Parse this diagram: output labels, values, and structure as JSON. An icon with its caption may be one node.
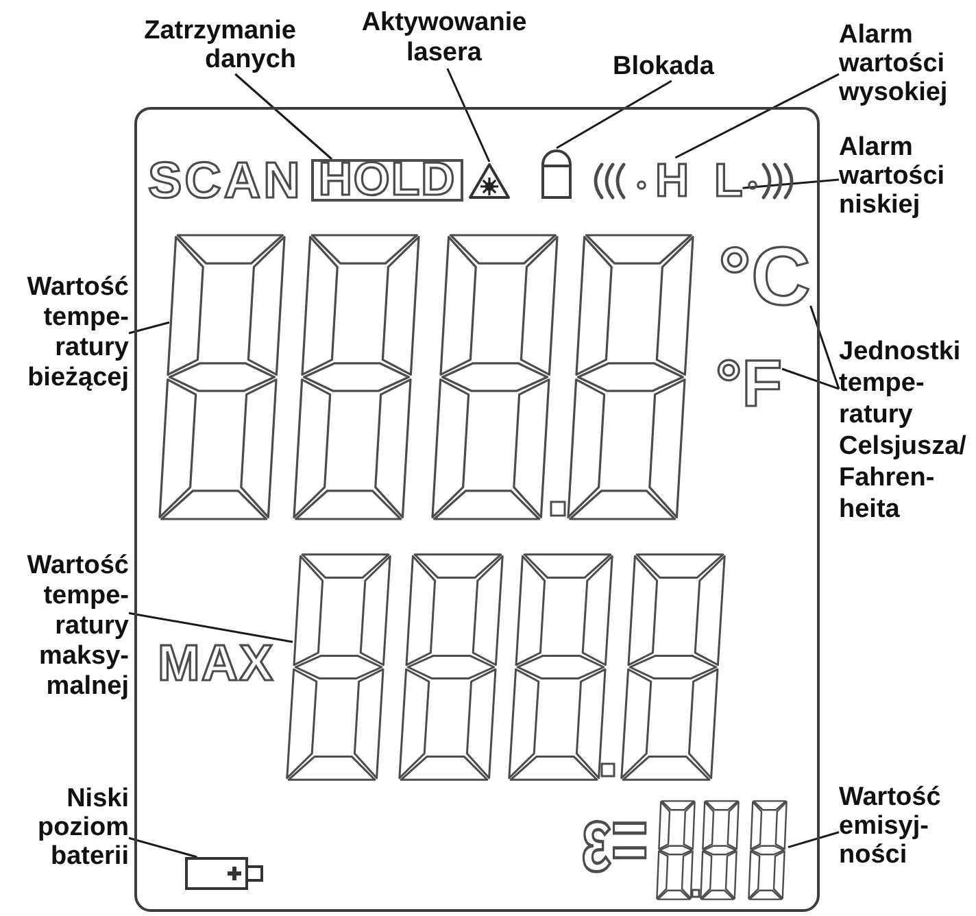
{
  "diagram": {
    "nodes": [
      {
        "text": [
          "Zatrzymanie danych"
        ]
      },
      {
        "text": [
          "Aktywowanie lasera"
        ]
      },
      {
        "text": [
          "Blokada"
        ]
      },
      {
        "text": [
          "Alarm wartości wysokiej"
        ]
      },
      {
        "text": [
          "Alarm wartości niskiej"
        ]
      },
      {
        "text": [
          "SCAN",
          "MAX",
          "ε="
        ]
      },
      {
        "text": [
          "HOLD"
        ],
        "in": 5
      },
      {
        "text": [],
        "shape": "triangle",
        "in": 5
      },
      {
        "text": [],
        "shape": "lock",
        "in": 5
      },
      {
        "text": [
          "H"
        ],
        "in": 5
      },
      {
        "text": [
          "L"
        ],
        "in": 5
      },
      {
        "text": [],
        "shape": "digit",
        "in": 5
      },
      {
        "text": [],
        "shape": "digit",
        "in": 5
      },
      {
        "text": [],
        "shape": "digit",
        "in": 5
      },
      {
        "text": [],
        "shape": "digit",
        "in": 5
      },
      {
        "text": [
          "°C"
        ],
        "in": 5
      },
      {
        "text": [
          "°F"
        ],
        "in": 5
      },
      {
        "text": [],
        "shape": "digit",
        "in": 5
      },
      {
        "text": [],
        "shape": "digit",
        "in": 5
      },
      {
        "text": [],
        "shape": "digit",
        "in": 5
      },
      {
        "text": [],
        "shape": "digit",
        "in": 5
      },
      {
        "text": [],
        "shape": "battery",
        "in": 5
      },
      {
        "text": [],
        "shape": "digit",
        "in": 5
      },
      {
        "text": [],
        "shape": "digit",
        "in": 5
      },
      {
        "text": [],
        "shape": "digit",
        "in": 5
      },
      {
        "text": [
          "Wartość tempe- ratury bieżącej"
        ]
      },
      {
        "text": [
          "Jednostki tempe- ratury Celsjusza/ Fahren- heita"
        ]
      },
      {
        "text": [
          "Wartość tempe- ratury maksy- malnej"
        ]
      },
      {
        "text": [
          "Niski poziom baterii"
        ]
      },
      {
        "text": [
          "Wartość emisyj- ności"
        ]
      }
    ],
    "edges": [
      {
        "from": 0,
        "to": 6,
        "arrow": "none"
      },
      {
        "from": 1,
        "to": 7,
        "arrow": "none"
      },
      {
        "from": 2,
        "to": 8,
        "arrow": "none"
      },
      {
        "from": 3,
        "to": 9,
        "arrow": "none"
      },
      {
        "from": 4,
        "to": 10,
        "arrow": "none"
      },
      {
        "from": 25,
        "to": 11,
        "arrow": "none"
      },
      {
        "from": 26,
        "to": 15,
        "arrow": "none"
      },
      {
        "from": 26,
        "to": 16,
        "arrow": "none"
      },
      {
        "from": 27,
        "to": 17,
        "arrow": "none"
      },
      {
        "from": 28,
        "to": 21,
        "arrow": "none"
      },
      {
        "from": 29,
        "to": 24,
        "arrow": "none"
      }
    ]
  }
}
